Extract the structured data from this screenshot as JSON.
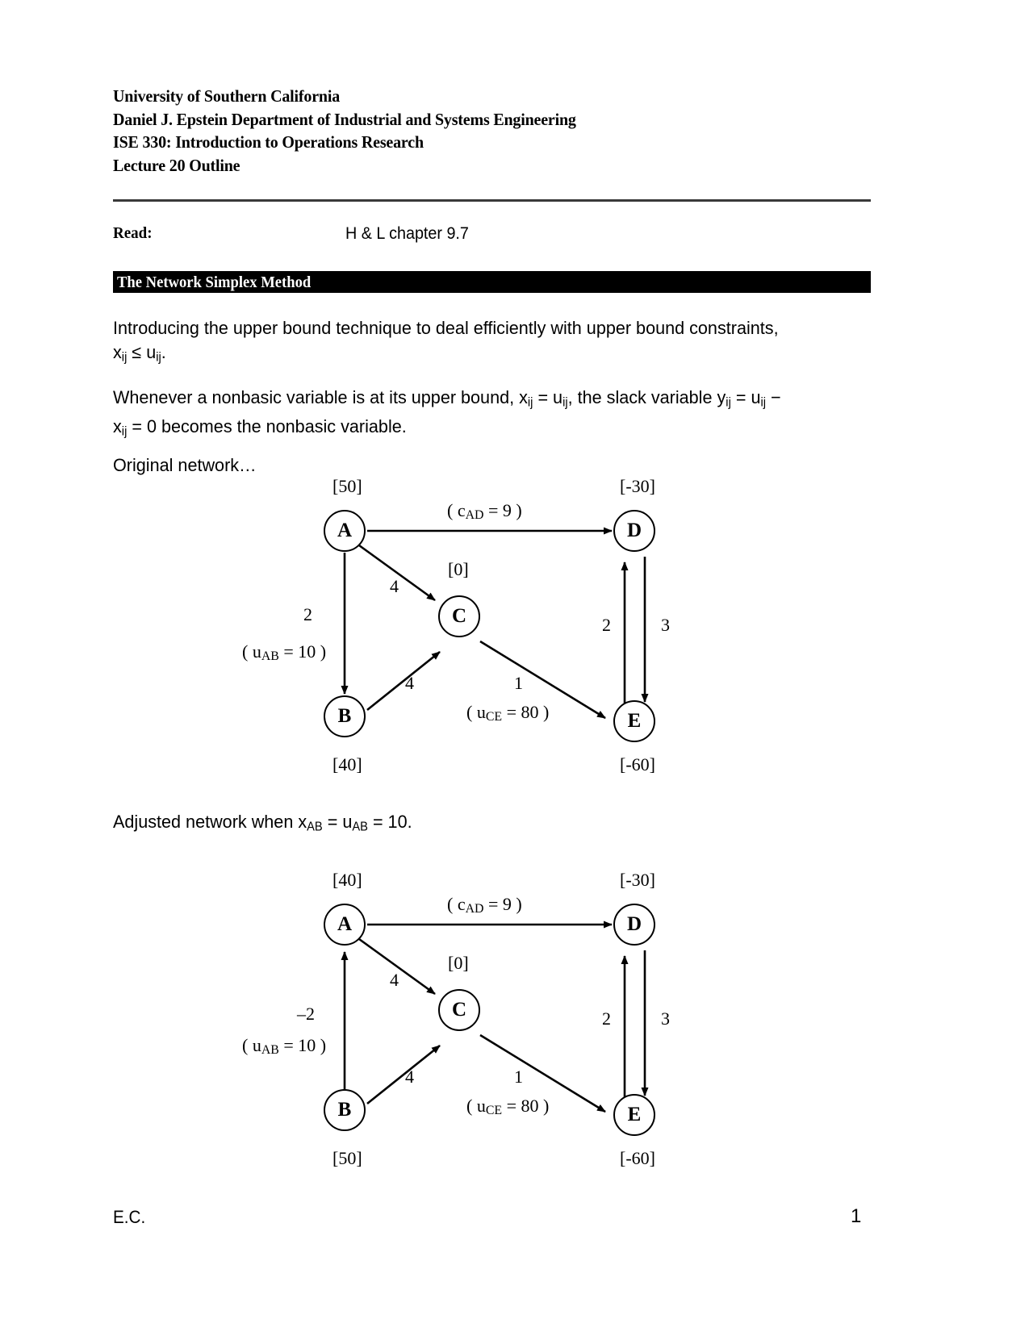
{
  "header": {
    "lines": [
      "University of Southern California",
      "Daniel J. Epstein Department of Industrial and Systems Engineering",
      "ISE 330: Introduction to Operations Research",
      "Lecture 20 Outline"
    ]
  },
  "read": {
    "label": "Read:",
    "value": "H & L chapter 9.7"
  },
  "banner": {
    "title": "The Network Simplex Method"
  },
  "body": {
    "para1_html": "Introducing the upper bound technique to deal efficiently with upper bound constraints, x<sub>ij</sub> ≤ u<sub>ij</sub>.",
    "para2_html": "Whenever a nonbasic variable is at its upper bound, x<sub>ij</sub> = u<sub>ij</sub>, the slack variable y<sub>ij</sub> = u<sub>ij</sub> − x<sub>ij</sub> = 0 becomes the nonbasic variable.",
    "para3_html": "Original network…",
    "para4_html": "Adjusted network when x<sub>AB</sub> = u<sub>AB</sub> = 10."
  },
  "diagram1": {
    "caption": "Original network",
    "nodes": [
      {
        "id": "A",
        "label": "A",
        "supply": "[50]"
      },
      {
        "id": "B",
        "label": "B",
        "supply": "[40]"
      },
      {
        "id": "C",
        "label": "C",
        "supply": "[0]"
      },
      {
        "id": "D",
        "label": "D",
        "supply": "[-30]"
      },
      {
        "id": "E",
        "label": "E",
        "supply": "[-60]"
      }
    ],
    "edges": [
      {
        "from": "A",
        "to": "D",
        "cost": "",
        "annotation_html": "( c<sub>AD</sub> = 9 )"
      },
      {
        "from": "A",
        "to": "C",
        "cost": "4",
        "annotation_html": ""
      },
      {
        "from": "A",
        "to": "B",
        "cost": "2",
        "annotation_html": "( u<sub>AB</sub> = 10 )"
      },
      {
        "from": "B",
        "to": "C",
        "cost": "4",
        "annotation_html": ""
      },
      {
        "from": "C",
        "to": "E",
        "cost": "1",
        "annotation_html": "( u<sub>CE</sub> = 80 )"
      },
      {
        "from": "E",
        "to": "D",
        "cost": "2",
        "annotation_html": ""
      },
      {
        "from": "D",
        "to": "E",
        "cost": "3",
        "annotation_html": ""
      }
    ]
  },
  "diagram2": {
    "caption": "Adjusted network",
    "nodes": [
      {
        "id": "A",
        "label": "A",
        "supply": "[40]"
      },
      {
        "id": "B",
        "label": "B",
        "supply": "[50]"
      },
      {
        "id": "C",
        "label": "C",
        "supply": "[0]"
      },
      {
        "id": "D",
        "label": "D",
        "supply": "[-30]"
      },
      {
        "id": "E",
        "label": "E",
        "supply": "[-60]"
      }
    ],
    "edges": [
      {
        "from": "A",
        "to": "D",
        "cost": "",
        "annotation_html": "( c<sub>AD</sub> = 9 )"
      },
      {
        "from": "A",
        "to": "C",
        "cost": "4",
        "annotation_html": ""
      },
      {
        "from": "B",
        "to": "A",
        "cost": "–2",
        "annotation_html": "( u<sub>AB</sub> = 10 )"
      },
      {
        "from": "B",
        "to": "C",
        "cost": "4",
        "annotation_html": ""
      },
      {
        "from": "C",
        "to": "E",
        "cost": "1",
        "annotation_html": "( u<sub>CE</sub> = 80 )"
      },
      {
        "from": "E",
        "to": "D",
        "cost": "2",
        "annotation_html": ""
      },
      {
        "from": "D",
        "to": "E",
        "cost": "3",
        "annotation_html": ""
      }
    ]
  },
  "footer": {
    "left": "E.C.",
    "page_number": "1"
  }
}
